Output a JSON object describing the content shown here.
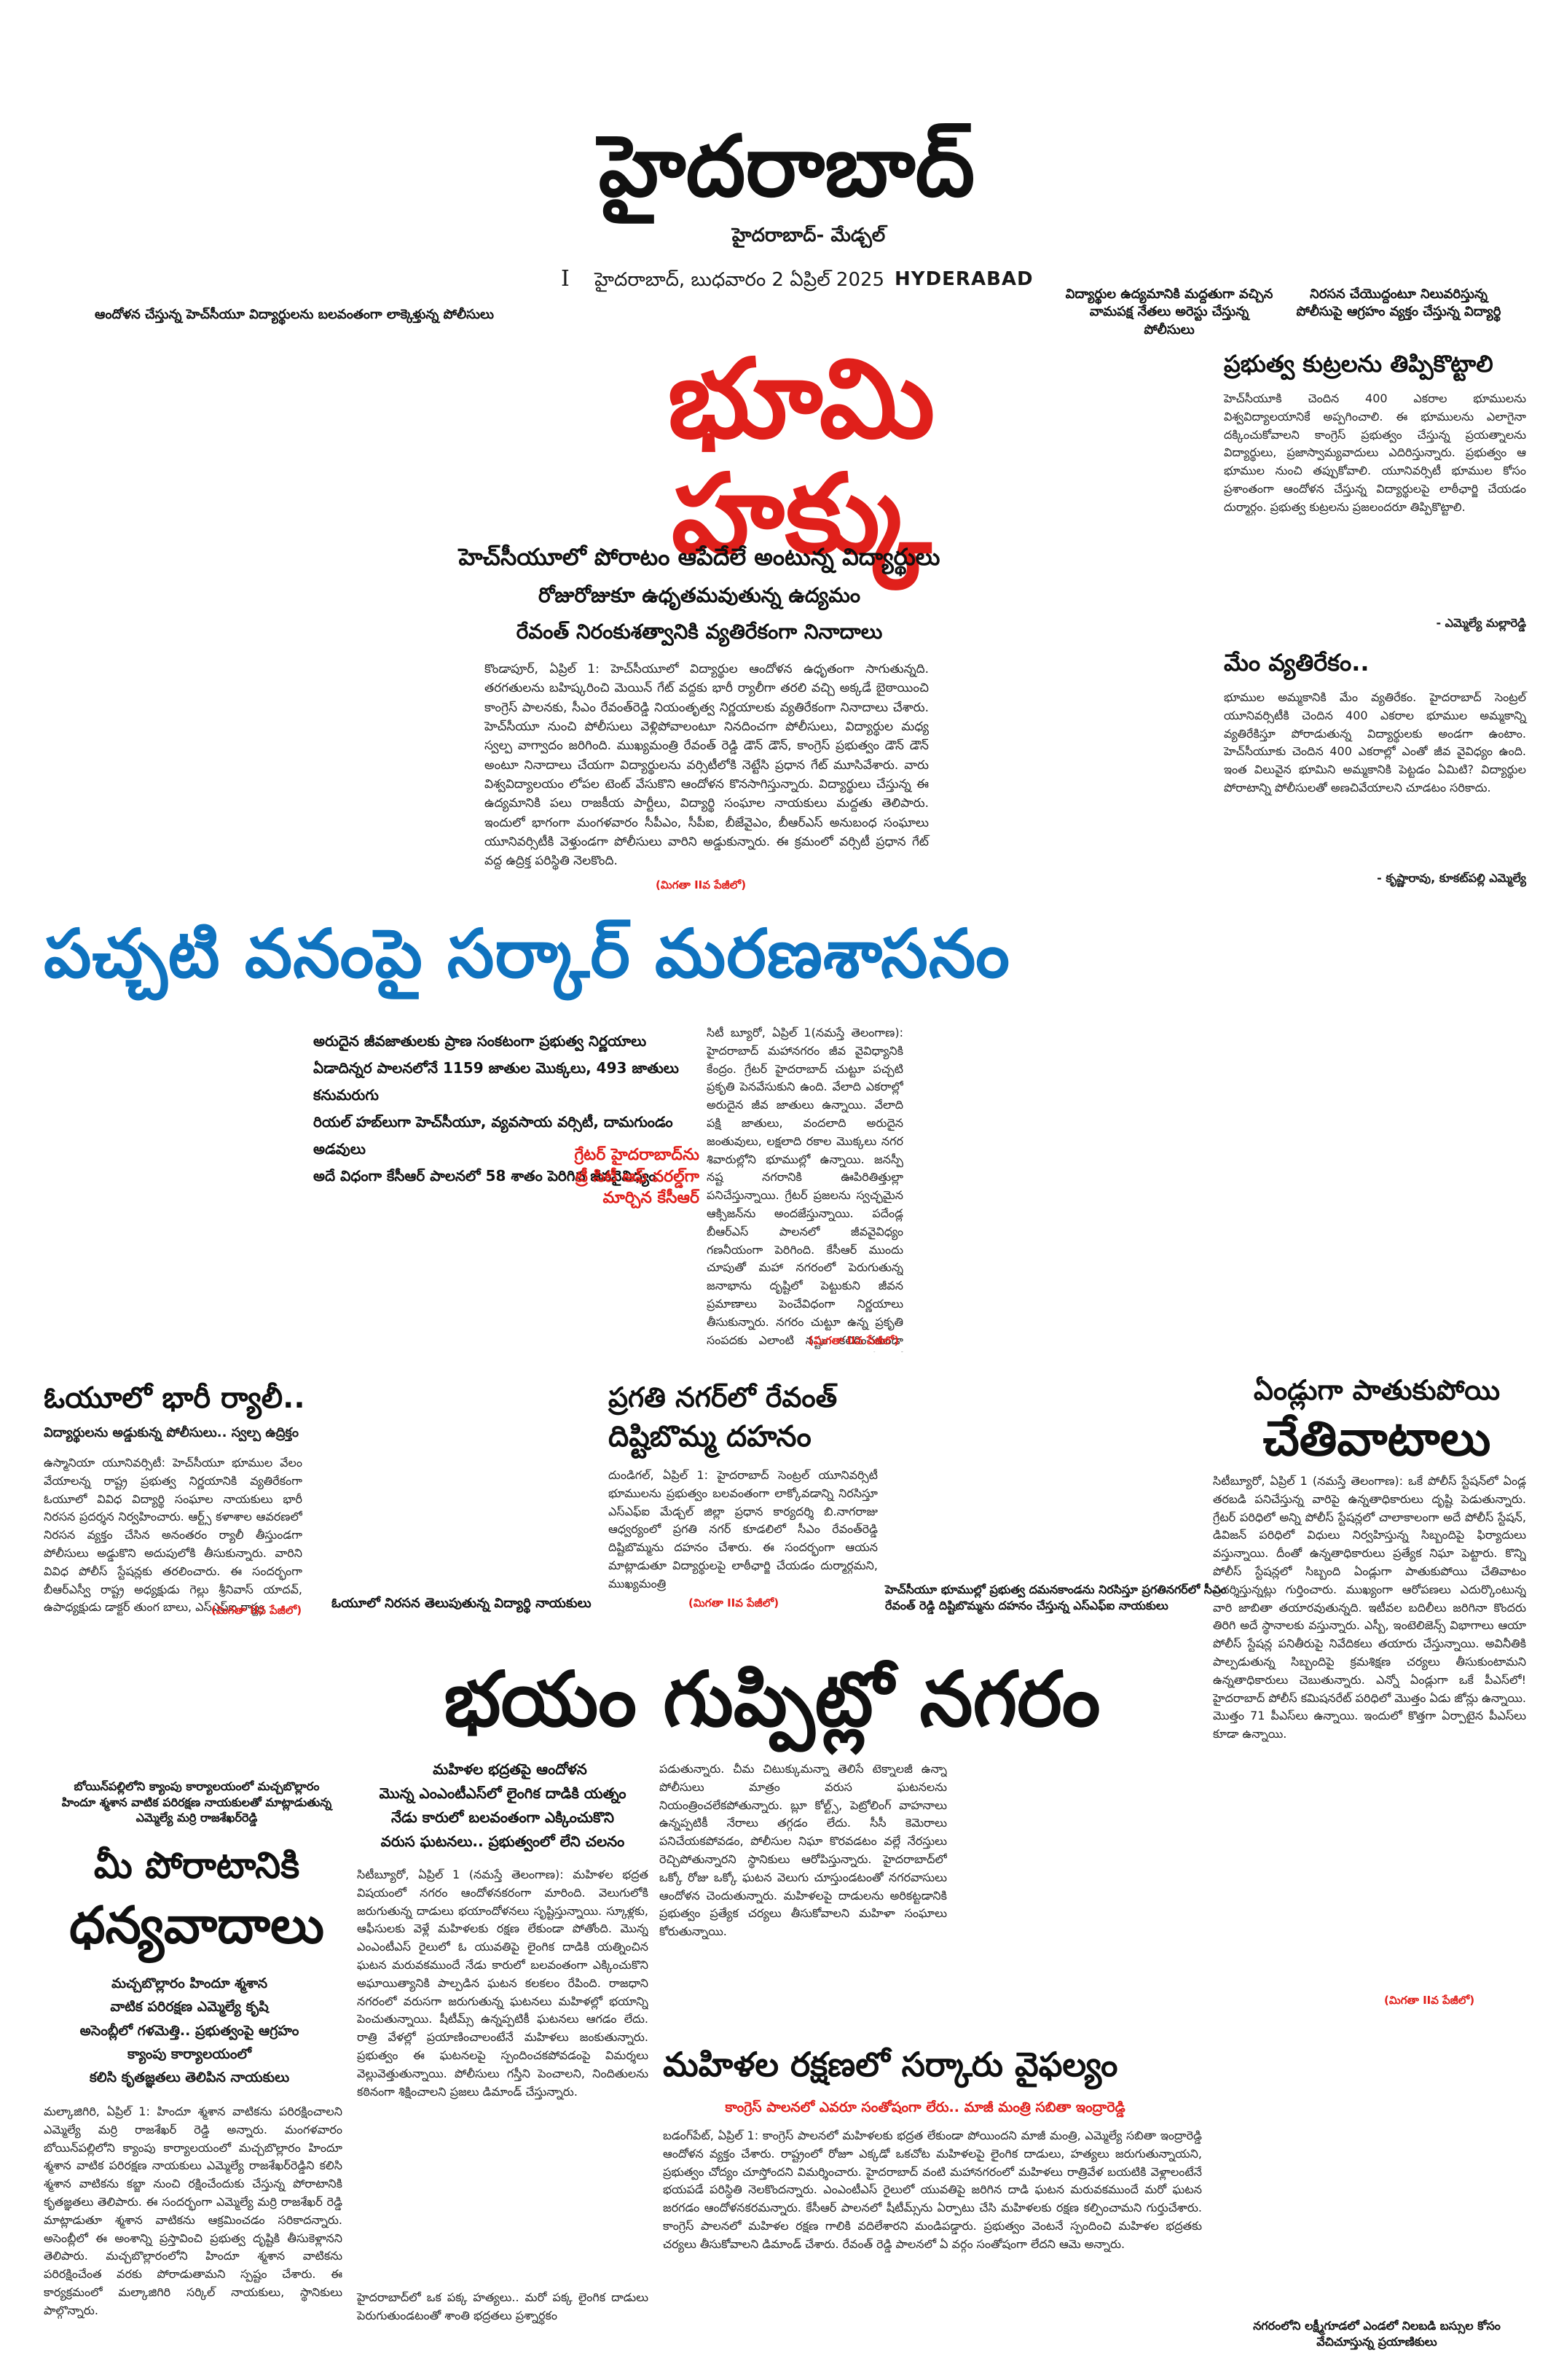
{
  "masthead": {
    "title": "హైదరాబాద్",
    "subtitle": "హైదరాబాద్- మేడ్చల్",
    "roman_numeral": "I",
    "dateline": "హైదరాబాద్, బుధవారం 2 ఏప్రిల్ 2025",
    "edition": "HYDERABAD"
  },
  "captions": {
    "left_top": "ఆందోళన చేస్తున్న హెచ్‌సీయూ విద్యార్థులను బలవంతంగా లాక్కెళ్తున్న పోలీసులు",
    "mid_right": "విద్యార్థుల ఉద్యమానికి మద్దతుగా వచ్చిన వామపక్ష నేతలు అరెస్టు చేస్తున్న పోలీసులు",
    "far_right": "నిరసన చేయొద్దంటూ నిలువరిస్తున్న పోలీసుపై ఆగ్రహం వ్యక్తం చేస్తున్న విద్యార్థి",
    "oyu_photo": "ఓయూలో నిరసన తెలుపుతున్న విద్యార్థి నాయకులు",
    "effigy_photo_1": "హెచ్‌సీయూ భూముల్లో ప్రభుత్వ దమనకాండను నిరసిస్తూ ప్రగతినగర్‌లో సీఎం",
    "effigy_photo_2": "రేవంత్ రెడ్డి దిష్టిబొమ్మను దహనం చేస్తున్న ఎస్‌ఎఫ్‌ఐ నాయకులు",
    "temple_photo_1": "బోయిన్‌పల్లిలోని క్యాంపు కార్యాలయంలో మచ్చబొల్లారం",
    "temple_photo_2": "హిందూ శ్మశాన వాటిక పరిరక్షణ నాయకులతో మాట్లాడుతున్న",
    "temple_photo_3": "ఎమ్మెల్యే మర్రి రాజశేఖర్‌రెడ్డి",
    "bottom_right": "నగరంలోని లక్ష్మీగూడలో ఎండలో నిలబడి బస్సుల కోసం వేచిచూస్తున్న ప్రయాణికులు"
  },
  "lead": {
    "headline_line1": "భూమి",
    "headline_line2": "హక్కు",
    "deck_1": "హెచ్‌సీయూలో పోరాటం ఆపేదేలే అంటున్న విద్యార్థులు",
    "deck_2": "రోజురోజుకూ ఉధృతమవుతున్న ఉద్యమం",
    "deck_3": "రేవంత్ నిరంకుశత్వానికి వ్యతిరేకంగా నినాదాలు",
    "body": "కొండాపూర్, ఏప్రిల్ 1: హెచ్‌సీయూలో విద్యార్థుల ఆందోళన ఉధృతంగా సాగుతున్నది. తరగతులను బహిష్కరించి మెయిన్ గేట్ వద్దకు భారీ ర్యాలీగా తరలి వచ్చి అక్కడే బైఠాయించి కాంగ్రెస్ పాలనకు, సీఎం రేవంత్‌రెడ్డి నియంతృత్వ నిర్ణయాలకు వ్యతిరేకంగా నినాదాలు చేశారు. హెచ్‌సీయూ నుంచి పోలీసులు వెళ్లిపోవాలంటూ నినదించగా పోలీసులు, విద్యార్థుల మధ్య స్వల్ప వాగ్వాదం జరిగింది. ముఖ్యమంత్రి రేవంత్ రెడ్డి డౌన్ డౌన్, కాంగ్రెస్ ప్రభుత్వం డౌన్ డౌన్ అంటూ నినాదాలు చేయగా విద్యార్థులను వర్సిటీలోకి నెట్టేసి ప్రధాన గేట్ మూసివేశారు. వారు విశ్వవిద్యాలయం లోపల టెంట్ వేసుకొని ఆందోళన కొనసాగిస్తున్నారు. విద్యార్థులు చేస్తున్న ఈ ఉద్యమానికి పలు రాజకీయ పార్టీలు, విద్యార్థి సంఘాల నాయకులు మద్దతు తెలిపారు. ఇందులో భాగంగా మంగళవారం సీపీఎం, సీపీఐ, బీజేవైఎం, బీఆర్ఎస్ అనుబంధ సంఘాలు యూనివర్సిటీకి వెళ్తుండగా పోలీసులు వారిని అడ్డుకున్నారు. ఈ క్రమంలో వర్సిటీ ప్రధాన గేట్ వద్ద ఉద్రిక్త పరిస్థితి నెలకొంది.",
    "cont": "(మిగతా IIవ పేజీలో)"
  },
  "right_col": {
    "story1_head": "ప్రభుత్వ కుట్రలను తిప్పికొట్టాలి",
    "story1_body": "హెచ్‌సీయూకి చెందిన 400 ఎకరాల భూములను విశ్వవిద్యాలయానికే అప్పగించాలి. ఈ భూములను ఎలాగైనా దక్కించుకోవాలని కాంగ్రెస్ ప్రభుత్వం చేస్తున్న ప్రయత్నాలను విద్యార్థులు, ప్రజాస్వామ్యవాదులు ఎదిరిస్తున్నారు. ప్రభుత్వం ఆ భూముల నుంచి తప్పుకోవాలి. యూనివర్సిటీ భూముల కోసం ప్రశాంతంగా ఆందోళన చేస్తున్న విద్యార్థులపై లాఠీఛార్జి చేయడం దుర్మార్గం. ప్రభుత్వ కుట్రలను ప్రజలందరూ తిప్పికొట్టాలి.",
    "story1_by": "- ఎమ్మెల్యే మల్లారెడ్డి",
    "story2_head": "మేం వ్యతిరేకం..",
    "story2_body": "భూముల అమ్మకానికి మేం వ్యతిరేకం. హైదరాబాద్ సెంట్రల్ యూనివర్సిటీకి చెందిన 400 ఎకరాల భూముల అమ్మకాన్ని వ్యతిరేకిస్తూ పోరాడుతున్న విద్యార్థులకు అండగా ఉంటాం. హెచ్‌సీయూకు చెందిన 400 ఎకరాల్లో ఎంతో జీవ వైవిధ్యం ఉంది. ఇంత విలువైన భూమిని అమ్మకానికి పెట్టడం ఏమిటి? విద్యార్థుల పోరాటాన్ని పోలీసులతో అణచివేయాలని చూడటం సరికాదు.",
    "story2_by": "- కృష్ణారావు, కూకట్‌పల్లి ఎమ్మెల్యే"
  },
  "forest": {
    "headline": "పచ్చటి వనంపై సర్కార్ మరణశాసనం",
    "bullets": [
      "అరుదైన జీవజాతులకు ప్రాణ సంకటంగా ప్రభుత్వ నిర్ణయాలు",
      "ఏడాదిన్నర పాలనలోనే 1159 జాతుల మొక్కలు, 493 జాతులు కనుమరుగు",
      "రియల్ హబ్‌లుగా హెచ్‌సీయూ, వ్యవసాయ వర్సిటీ, దామగుండం అడవులు",
      "అదే విధంగా కేసీఆర్ పాలనలో 58 శాతం పెరిగిన జీవవైవిధ్యం"
    ],
    "pull_1": "గ్రేటర్ హైదరాబాద్‌ను",
    "pull_2": "ట్రీ సిటీ ఆఫ్ వరల్డ్‌గా",
    "pull_3": "మార్చిన కేసీఆర్",
    "body": "సిటీ బ్యూరో, ఏప్రిల్ 1(నమస్తే తెలంగాణ): హైదరాబాద్ మహానగరం జీవ వైవిధ్యానికి కేంద్రం. గ్రేటర్ హైదరాబాద్ చుట్టూ పచ్చటి ప్రకృతి పెనవేసుకుని ఉంది. వేలాది ఎకరాల్లో అరుదైన జీవ జాతులు ఉన్నాయి. వేలాది పక్షి జాతులు, వందలాది అరుదైన జంతువులు, లక్షలాది రకాల మొక్కలు నగర శివారుల్లోని భూముల్లో ఉన్నాయి. జనస్పీ నష్ట నగరానికి ఊపిరితిత్తుల్లా పనిచేస్తున్నాయి. గ్రేటర్ ప్రజలను స్వచ్ఛమైన ఆక్సిజన్‌ను అందజేస్తున్నాయి. పదేండ్ల బీఆర్ఎస్ పాలనలో జీవవైవిధ్యం గణనీయంగా పెరిగింది. కేసీఆర్ ముందు చూపుతో మహా నగరంలో పెరుగుతున్న జనాభాను దృష్టిలో పెట్టుకుని జీవన ప్రమాణాలు పెంచేవిధంగా నిర్ణయాలు తీసుకున్నారు. నగరం చుట్టూ ఉన్న ప్రకృతి సంపదకు ఎలాంటి నష్టం కలిగించకుండా జీవవైవిధ్యాన్ని పెంపొందించారు. పదేండ్లలో కోటి మొక్కలను నాటి అటవీ విస్తీర్ణాన్ని పెంచి పర్యావరణాన్ని కాపాడారు.",
    "cont": "(మిగతా IIవ పేజీలో)"
  },
  "ou_rally": {
    "headline": "ఓయూలో భారీ ర్యాలీ..",
    "subhead": "విద్యార్థులను అడ్డుకున్న పోలీసులు.. స్వల్ప ఉద్రిక్తం",
    "body": "ఉస్మానియా యూనివర్సిటీ: హెచ్‌సీయూ భూముల వేలం వేయాలన్న రాష్ట్ర ప్రభుత్వ నిర్ణయానికి వ్యతిరేకంగా ఓయూలో వివిధ విద్యార్థి సంఘాల నాయకులు భారీ నిరసన ప్రదర్శన నిర్వహించారు. ఆర్ట్స్ కళాశాల ఆవరణలో నిరసన వ్యక్తం చేసిన అనంతరం ర్యాలీ తీస్తుండగా పోలీసులు అడ్డుకొని అదుపులోకి తీసుకున్నారు. వారిని వివిధ పోలీస్ స్టేషన్లకు తరలించారు. ఈ సందర్భంగా బీఆర్ఎస్వీ రాష్ట్ర అధ్యక్షుడు గెల్లు శ్రీనివాస్ యాదవ్, ఉపాధ్యక్షుడు డాక్టర్ తుంగ బాలు, ఎస్‌ఎఫ్‌ఐ రాష్ట్ర",
    "cont": "(మిగతా IIవ పేజీలో)"
  },
  "effigy": {
    "headline_1": "ప్రగతి నగర్‌లో రేవంత్",
    "headline_2": "దిష్టిబొమ్మ దహనం",
    "body": "దుండిగల్, ఏప్రిల్ 1: హైదరాబాద్ సెంట్రల్ యూనివర్సిటీ భూములను ప్రభుత్వం బలవంతంగా లాక్కోవడాన్ని నిరసిస్తూ ఎస్‌ఎఫ్‌ఐ మేడ్చల్ జిల్లా ప్రధాన కార్యదర్శి బి.నాగరాజు ఆధ్వర్యంలో ప్రగతి నగర్ కూడలిలో సీఎం రేవంత్‌రెడ్డి దిష్టిబొమ్మను దహనం చేశారు. ఈ సందర్భంగా ఆయన మాట్లాడుతూ విద్యార్థులపై లాఠీఛార్జి చేయడం దుర్మార్గమని, ముఖ్యమంత్రి",
    "cont": "(మిగతా IIవ పేజీలో)"
  },
  "ponds": {
    "headline_1": "ఏండ్లుగా పాతుకుపోయి",
    "headline_2": "చేతివాటాలు",
    "body": "సిటీబ్యూరో, ఏప్రిల్ 1 (నమస్తే తెలంగాణ): ఒకే పోలీస్ స్టేషన్‌లో ఏండ్ల తరబడి పనిచేస్తున్న వారిపై ఉన్నతాధికారులు దృష్టి పెడుతున్నారు. గ్రేటర్ పరిధిలో అన్ని పోలీస్ స్టేషన్లలో చాలాకాలంగా అదే పోలీస్ స్టేషన్, డివిజన్ పరిధిలో విధులు నిర్వహిస్తున్న సిబ్బందిపై ఫిర్యాదులు వస్తున్నాయి. దీంతో ఉన్నతాధికారులు ప్రత్యేక నిఘా పెట్టారు. కొన్ని పోలీస్ స్టేషన్లలో సిబ్బంది ఏండ్లుగా పాతుకుపోయి చేతివాటం ప్రదర్శిస్తున్నట్లు గుర్తించారు. ముఖ్యంగా ఆరోపణలు ఎదుర్కొంటున్న వారి జాబితా తయారవుతున్నది. ఇటీవల బదిలీలు జరిగినా కొందరు తిరిగి అదే స్థానాలకు వస్తున్నారు. ఎస్బీ, ఇంటెలిజెన్స్ విభాగాలు ఆయా పోలీస్ స్టేషన్ల పనితీరుపై నివేదికలు తయారు చేస్తున్నాయి. అవినీతికి పాల్పడుతున్న సిబ్బందిపై క్రమశిక్షణ చర్యలు తీసుకుంటామని ఉన్నతాధికారులు చెబుతున్నారు. ఎన్నో ఏండ్లుగా ఒకే పీఎస్‌లో! హైదరాబాద్ పోలీస్ కమిషనరేట్ పరిధిలో మొత్తం ఏడు జోన్లు ఉన్నాయి. మొత్తం 71 పీఎస్‌లు ఉన్నాయి. ఇందులో కొత్తగా ఏర్పాటైన పీఎస్‌లు కూడా ఉన్నాయి.",
    "cont": "(మిగతా IIవ పేజీలో)"
  },
  "fear": {
    "headline": "భయం గుప్పిట్లో నగరం",
    "deck_1": "మహిళల భద్రతపై ఆందోళన",
    "deck_2": "మొన్న ఎంఎంటీఎస్‌లో లైంగిక దాడికి యత్నం",
    "deck_3": "నేడు కారులో బలవంతంగా ఎక్కించుకొని",
    "deck_4": "వరుస ఘటనలు.. ప్రభుత్వంలో లేని చలనం",
    "body": "సిటీబ్యూరో, ఏప్రిల్ 1 (నమస్తే తెలంగాణ): మహిళల భద్రత విషయంలో నగరం ఆందోళనకరంగా మారింది. వెలుగులోకి జరుగుతున్న దాడులు భయాందోళనలు సృష్టిస్తున్నాయి. స్కూళ్లకు, ఆఫీసులకు వెళ్లే మహిళలకు రక్షణ లేకుండా పోతోంది. మొన్న ఎంఎంటీఎస్ రైలులో ఓ యువతిపై లైంగిక దాడికి యత్నించిన ఘటన మరువకముందే నేడు కారులో బలవంతంగా ఎక్కించుకొని అఘాయిత్యానికి పాల్పడిన ఘటన కలకలం రేపింది. రాజధాని నగరంలో వరుసగా జరుగుతున్న ఘటనలు మహిళల్లో భయాన్ని పెంచుతున్నాయి. షీటీమ్స్ ఉన్నప్పటికీ ఘటనలు ఆగడం లేదు. రాత్రి వేళల్లో ప్రయాణించాలంటేనే మహిళలు జంకుతున్నారు. ప్రభుత్వం ఈ ఘటనలపై స్పందించకపోవడంపై విమర్శలు వెల్లువెత్తుతున్నాయి. పోలీసులు గస్తీని పెంచాలని, నిందితులను కఠినంగా శిక్షించాలని ప్రజలు డిమాండ్ చేస్తున్నారు.",
    "body_2": "పడుతున్నారు. చీమ చిటుక్కుమన్నా తెలిసే టెక్నాలజీ ఉన్నా పోలీసులు మాత్రం వరుస ఘటనలను నియంత్రించలేకపోతున్నారు. బ్లూ కోల్ట్స్, పెట్రోలింగ్ వాహనాలు ఉన్నప్పటికీ నేరాలు తగ్గడం లేదు. సీసీ కెమెరాలు పనిచేయకపోవడం, పోలీసుల నిఘా కొరవడటం వల్లే నేరస్తులు రెచ్చిపోతున్నారని స్థానికులు ఆరోపిస్తున్నారు. హైదరాబాద్‌లో ఒక్కో రోజు ఒక్కో ఘటన వెలుగు చూస్తుండటంతో నగరవాసులు ఆందోళన చెందుతున్నారు. మహిళలపై దాడులను అరికట్టడానికి ప్రభుత్వం ప్రత్యేక చర్యలు తీసుకోవాలని మహిళా సంఘాలు కోరుతున్నాయి.",
    "body_3": "హైదరాబాద్‌లో ఒక పక్క హత్యలు.. మరో పక్క లైంగిక దాడులు పెరుగుతుండటంతో శాంతి భద్రతలు ప్రశ్నార్థకం"
  },
  "thanks": {
    "headline_1": "మీ పోరాటానికి",
    "headline_2": "ధన్యవాదాలు",
    "deck_1": "మచ్చబొల్లారం హిందూ శ్మశాన",
    "deck_2": "వాటిక పరిరక్షణ ఎమ్మెల్యే కృషి",
    "deck_3": "అసెంబ్లీలో గళమెత్తి.. ప్రభుత్వంపై ఆగ్రహం",
    "deck_4": "క్యాంపు కార్యాలయంలో",
    "deck_5": "కలిసి కృతజ్ఞతలు తెలిపిన నాయకులు",
    "body": "మల్కాజిగిరి, ఏప్రిల్ 1: హిందూ శ్మశాన వాటికను పరిరక్షించాలని ఎమ్మెల్యే మర్రి రాజశేఖర్ రెడ్డి అన్నారు. మంగళవారం బోయిన్‌పల్లిలోని క్యాంపు కార్యాలయంలో మచ్చబొల్లారం హిందూ శ్మశాన వాటిక పరిరక్షణ నాయకులు ఎమ్మెల్యే రాజశేఖర్‌రెడ్డిని కలిసి శ్మశాన వాటికను కబ్జా నుంచి రక్షించేందుకు చేస్తున్న పోరాటానికి కృతజ్ఞతలు తెలిపారు. ఈ సందర్భంగా ఎమ్మెల్యే మర్రి రాజశేఖర్ రెడ్డి మాట్లాడుతూ శ్మశాన వాటికను ఆక్రమించడం సరికాదన్నారు. అసెంబ్లీలో ఈ అంశాన్ని ప్రస్తావించి ప్రభుత్వ దృష్టికి తీసుకెళ్లానని తెలిపారు. మచ్చబొల్లారంలోని హిందూ శ్మశాన వాటికను పరిరక్షించేంత వరకు పోరాడుతామని స్పష్టం చేశారు. ఈ కార్యక్రమంలో మల్కాజిగిరి సర్కిల్ నాయకులు, స్థానికులు పాల్గొన్నారు."
  },
  "women": {
    "headline": "మహిళల రక్షణలో సర్కారు వైఫల్యం",
    "subhead": "కాంగ్రెస్ పాలనలో ఎవరూ సంతోషంగా లేరు.. మాజీ మంత్రి సబితా ఇంద్రారెడ్డి",
    "body": "బడంగ్‌పేట్, ఏప్రిల్ 1: కాంగ్రెస్ పాలనలో మహిళలకు భద్రత లేకుండా పోయిందని మాజీ మంత్రి, ఎమ్మెల్యే సబితా ఇంద్రారెడ్డి ఆందోళన వ్యక్తం చేశారు. రాష్ట్రంలో రోజూ ఎక్కడో ఒకచోట మహిళలపై లైంగిక దాడులు, హత్యలు జరుగుతున్నాయని, ప్రభుత్వం చోద్యం చూస్తోందని విమర్శించారు. హైదరాబాద్ వంటి మహానగరంలో మహిళలు రాత్రివేళ బయటికి వెళ్లాలంటేనే భయపడే పరిస్థితి నెలకొందన్నారు. ఎంఎంటీఎస్ రైలులో యువతిపై జరిగిన దాడి ఘటన మరువకముందే మరో ఘటన జరగడం ఆందోళనకరమన్నారు. కేసీఆర్ పాలనలో షీటీమ్స్‌ను ఏర్పాటు చేసి మహిళలకు రక్షణ కల్పించామని గుర్తుచేశారు. కాంగ్రెస్ పాలనలో మహిళల రక్షణ గాలికి వదిలేశారని మండిపడ్డారు. ప్రభుత్వం వెంటనే స్పందించి మహిళల భద్రతకు చర్యలు తీసుకోవాలని డిమాండ్ చేశారు. రేవంత్ రెడ్డి పాలనలో ఏ వర్గం సంతోషంగా లేదని ఆమె అన్నారు."
  }
}
